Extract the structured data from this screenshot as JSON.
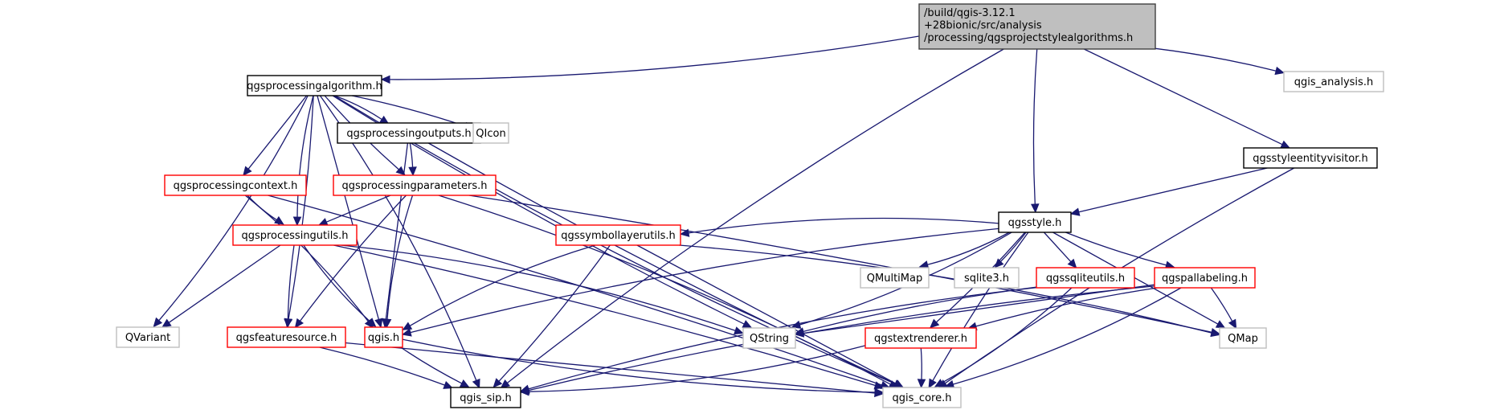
{
  "graph": {
    "title": "Include dependency graph for qgsprojectstylealgorithms.h",
    "colors": {
      "edge": "#191970",
      "root_fill": "#bfbfbf",
      "root_border": "#404040",
      "documented_border": "#000000",
      "truncated_border": "#ff0000",
      "external_border": "#bfbfbf"
    },
    "nodes": [
      {
        "id": "root",
        "kind": "root",
        "lines": [
          "/build/qgis-3.12.1",
          "+28bionic/src/analysis",
          "/processing/qgsprojectstylealgorithms.h"
        ]
      },
      {
        "id": "qgsprocessingalgorithm",
        "kind": "doc",
        "lines": [
          "qgsprocessingalgorithm.h"
        ]
      },
      {
        "id": "qgis_analysis",
        "kind": "ext",
        "lines": [
          "qgis_analysis.h"
        ]
      },
      {
        "id": "qgsprocessingoutputs",
        "kind": "doc",
        "lines": [
          "qgsprocessingoutputs.h"
        ]
      },
      {
        "id": "qicon",
        "kind": "ext",
        "lines": [
          "QIcon"
        ]
      },
      {
        "id": "qgsstyleentityvisitor",
        "kind": "doc",
        "lines": [
          "qgsstyleentityvisitor.h"
        ]
      },
      {
        "id": "qgsstyle",
        "kind": "doc",
        "lines": [
          "qgsstyle.h"
        ]
      },
      {
        "id": "qgsprocessingcontext",
        "kind": "trunc",
        "lines": [
          "qgsprocessingcontext.h"
        ]
      },
      {
        "id": "qgsprocessingparameters",
        "kind": "trunc",
        "lines": [
          "qgsprocessingparameters.h"
        ]
      },
      {
        "id": "qgsprocessingutils",
        "kind": "trunc",
        "lines": [
          "qgsprocessingutils.h"
        ]
      },
      {
        "id": "qgssymbollayerutils",
        "kind": "trunc",
        "lines": [
          "qgssymbollayerutils.h"
        ]
      },
      {
        "id": "qmultimap",
        "kind": "ext",
        "lines": [
          "QMultiMap"
        ]
      },
      {
        "id": "sqlite3",
        "kind": "ext",
        "lines": [
          "sqlite3.h"
        ]
      },
      {
        "id": "qgssqliteutils",
        "kind": "trunc",
        "lines": [
          "qgssqliteutils.h"
        ]
      },
      {
        "id": "qgspallabeling",
        "kind": "trunc",
        "lines": [
          "qgspallabeling.h"
        ]
      },
      {
        "id": "qvariant",
        "kind": "ext",
        "lines": [
          "QVariant"
        ]
      },
      {
        "id": "qgsfeaturesource",
        "kind": "trunc",
        "lines": [
          "qgsfeaturesource.h"
        ]
      },
      {
        "id": "qgis",
        "kind": "trunc",
        "lines": [
          "qgis.h"
        ]
      },
      {
        "id": "qstring",
        "kind": "ext",
        "lines": [
          "QString"
        ]
      },
      {
        "id": "qgstextrenderer",
        "kind": "trunc",
        "lines": [
          "qgstextrenderer.h"
        ]
      },
      {
        "id": "qmap",
        "kind": "ext",
        "lines": [
          "QMap"
        ]
      },
      {
        "id": "qgis_sip",
        "kind": "doc",
        "lines": [
          "qgis_sip.h"
        ]
      },
      {
        "id": "qgis_core",
        "kind": "ext",
        "lines": [
          "qgis_core.h"
        ]
      }
    ],
    "edges": [
      [
        "root",
        "qgsprocessingalgorithm"
      ],
      [
        "root",
        "qgis_analysis"
      ],
      [
        "root",
        "qgsstyleentityvisitor"
      ],
      [
        "root",
        "qgsstyle"
      ],
      [
        "root",
        "qgis_sip"
      ],
      [
        "qgsprocessingalgorithm",
        "qgsprocessingoutputs"
      ],
      [
        "qgsprocessingalgorithm",
        "qicon"
      ],
      [
        "qgsprocessingalgorithm",
        "qgsprocessingcontext"
      ],
      [
        "qgsprocessingalgorithm",
        "qgsprocessingparameters"
      ],
      [
        "qgsprocessingalgorithm",
        "qgsprocessingutils"
      ],
      [
        "qgsprocessingalgorithm",
        "qvariant"
      ],
      [
        "qgsprocessingalgorithm",
        "qgsfeaturesource"
      ],
      [
        "qgsprocessingalgorithm",
        "qgis"
      ],
      [
        "qgsprocessingalgorithm",
        "qstring"
      ],
      [
        "qgsprocessingalgorithm",
        "qgis_core"
      ],
      [
        "qgsprocessingalgorithm",
        "qgis_sip"
      ],
      [
        "qgsprocessingoutputs",
        "qgsprocessingparameters"
      ],
      [
        "qgsprocessingoutputs",
        "qgis"
      ],
      [
        "qgsprocessingoutputs",
        "qgis_core"
      ],
      [
        "qgsprocessingcontext",
        "qgsprocessingutils"
      ],
      [
        "qgsprocessingcontext",
        "qgis"
      ],
      [
        "qgsprocessingcontext",
        "qgis_core"
      ],
      [
        "qgsprocessingparameters",
        "qgsprocessingutils"
      ],
      [
        "qgsprocessingparameters",
        "qgsfeaturesource"
      ],
      [
        "qgsprocessingparameters",
        "qgis"
      ],
      [
        "qgsprocessingparameters",
        "qgis_core"
      ],
      [
        "qgsprocessingparameters",
        "qmap"
      ],
      [
        "qgsprocessingutils",
        "qvariant"
      ],
      [
        "qgsprocessingutils",
        "qgsfeaturesource"
      ],
      [
        "qgsprocessingutils",
        "qgis"
      ],
      [
        "qgsprocessingutils",
        "qstring"
      ],
      [
        "qgsprocessingutils",
        "qgis_core"
      ],
      [
        "qgsstyleentityvisitor",
        "qgsstyle"
      ],
      [
        "qgsstyleentityvisitor",
        "qgis_core"
      ],
      [
        "qgsstyle",
        "qgssymbollayerutils"
      ],
      [
        "qgsstyle",
        "qmultimap"
      ],
      [
        "qgsstyle",
        "sqlite3"
      ],
      [
        "qgsstyle",
        "qgssqliteutils"
      ],
      [
        "qgsstyle",
        "qgspallabeling"
      ],
      [
        "qgsstyle",
        "qgis"
      ],
      [
        "qgsstyle",
        "qstring"
      ],
      [
        "qgsstyle",
        "qgstextrenderer"
      ],
      [
        "qgsstyle",
        "qmap"
      ],
      [
        "qgsstyle",
        "qgis_core"
      ],
      [
        "qgssymbollayerutils",
        "qgis"
      ],
      [
        "qgssymbollayerutils",
        "qmap"
      ],
      [
        "qgssymbollayerutils",
        "qgis_sip"
      ],
      [
        "qgssymbollayerutils",
        "qgis_core"
      ],
      [
        "qgssqliteutils",
        "qstring"
      ],
      [
        "qgssqliteutils",
        "qgis_sip"
      ],
      [
        "qgssqliteutils",
        "qgis_core"
      ],
      [
        "qgspallabeling",
        "qmap"
      ],
      [
        "qgspallabeling",
        "qstring"
      ],
      [
        "qgspallabeling",
        "qgstextrenderer"
      ],
      [
        "qgspallabeling",
        "qgis_sip"
      ],
      [
        "qgspallabeling",
        "qgis_core"
      ],
      [
        "qgsfeaturesource",
        "qgis_sip"
      ],
      [
        "qgsfeaturesource",
        "qgis_core"
      ],
      [
        "qgis",
        "qgis_sip"
      ],
      [
        "qgis",
        "qgis_core"
      ],
      [
        "qgstextrenderer",
        "qgis_sip"
      ],
      [
        "qgstextrenderer",
        "qgis_core"
      ]
    ]
  }
}
